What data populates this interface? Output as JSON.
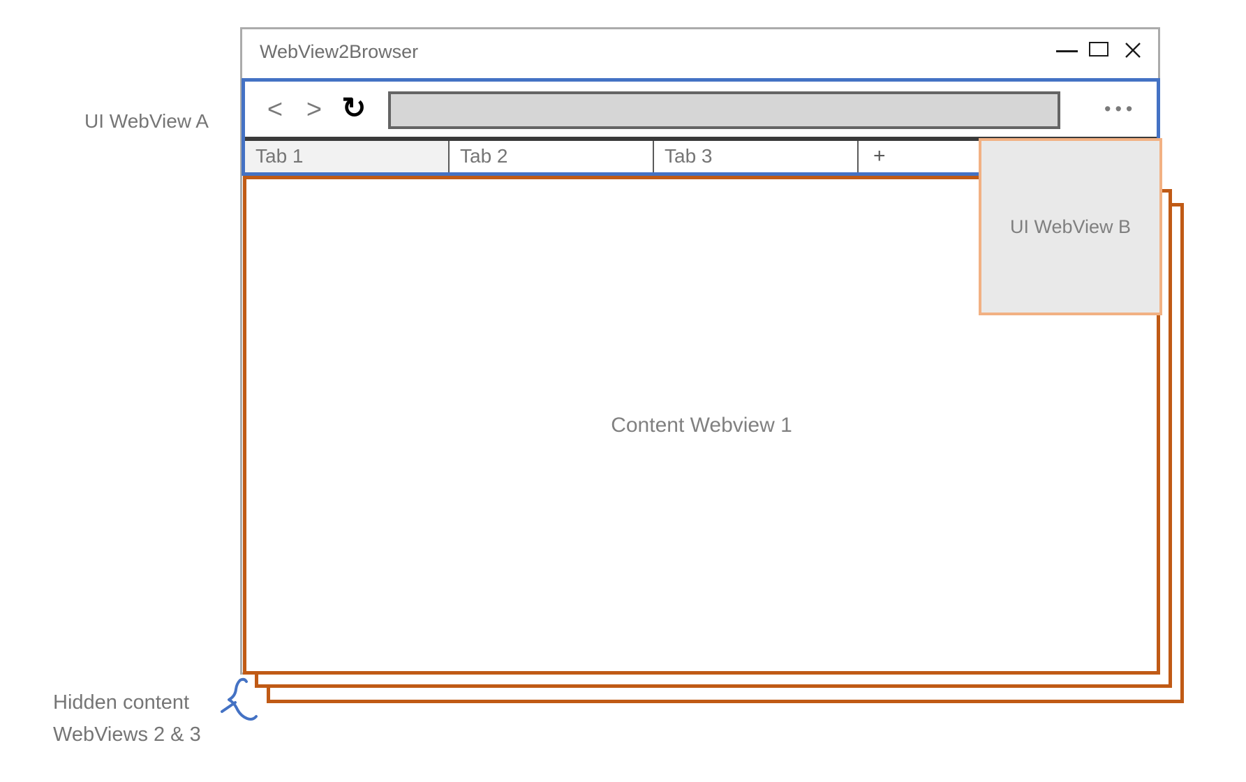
{
  "window": {
    "title": "WebView2Browser",
    "controls": {
      "minimize_icon": "—",
      "maximize_icon": "□",
      "close_icon": "✕"
    }
  },
  "toolbar": {
    "back_label": "<",
    "forward_label": ">",
    "reload_label": "↻",
    "menu_label": "•••",
    "address_value": ""
  },
  "tabs": [
    {
      "label": "Tab 1",
      "active": true
    },
    {
      "label": "Tab 2",
      "active": false
    },
    {
      "label": "Tab 3",
      "active": false
    },
    {
      "label": "+",
      "active": false
    }
  ],
  "annotations": {
    "ui_webview_a": "UI WebView A",
    "ui_webview_b": "UI WebView B",
    "content_webview_1": "Content Webview 1",
    "hidden_webviews_line1": "Hidden content",
    "hidden_webviews_line2": "WebViews 2 & 3"
  },
  "colors": {
    "ui_webview_accent": "#4472C4",
    "content_webview_accent": "#C05A15",
    "ui_webview_b_border": "#F2B183",
    "window_frame_border": "#ABABAB",
    "address_bar_fill": "#D6D6D6",
    "active_tab_fill": "#F2F2F2",
    "annotation_text": "#757575"
  }
}
